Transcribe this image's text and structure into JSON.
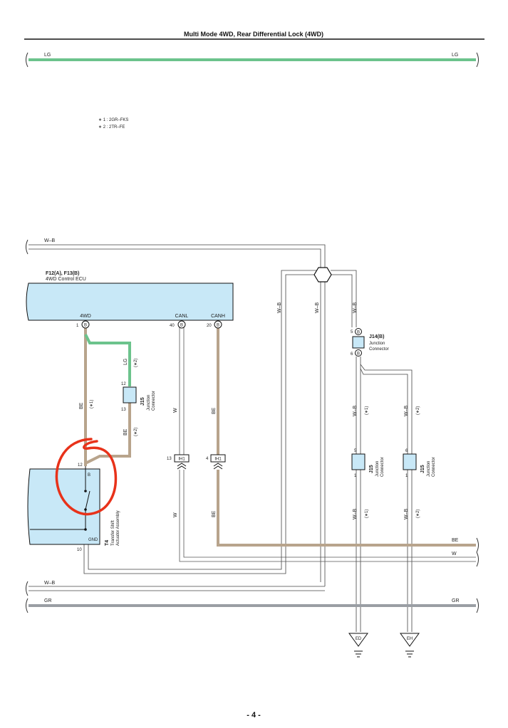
{
  "header": {
    "title": "Multi Mode 4WD, Rear Differential Lock (4WD)"
  },
  "notes": {
    "note1": "∗ 1 : 2GR–FKS",
    "note2": "∗ 2 : 2TR–FE"
  },
  "buses": {
    "lg_left": "LG",
    "lg_right": "LG",
    "wb_top": "W–B",
    "wb_bottom": "W–B",
    "gr_left": "GR",
    "gr_right": "GR",
    "be_right": "BE",
    "w_right": "W"
  },
  "ecu": {
    "id": "F12(A), F13(B)",
    "name": "4WD Control ECU",
    "pins": [
      {
        "label": "4WD",
        "num": "1",
        "badge": "B"
      },
      {
        "label": "CANL",
        "num": "40",
        "badge": "B"
      },
      {
        "label": "CANH",
        "num": "20",
        "badge": "B"
      }
    ]
  },
  "wires": {
    "be": "BE",
    "lg": "LG",
    "w": "W",
    "wb": "W–B",
    "tag1": "(∗1)",
    "tag2": "(∗2)"
  },
  "junctions": {
    "j15_left": {
      "id": "J15",
      "name": "Junction Connector",
      "pin_top": "12",
      "pin_bottom": "13"
    },
    "j14": {
      "id": "J14(B)",
      "name": "Junction Connector",
      "pin_top": "5",
      "pin_bottom": "6",
      "badge": "B"
    },
    "j15_mid": {
      "id": "J15",
      "name": "Junction Connector",
      "pin_top": "5",
      "pin_bottom": "1"
    },
    "j15_right": {
      "id": "J15",
      "name": "Junction Connector",
      "pin_top": "6",
      "pin_bottom": "1"
    }
  },
  "ih_connectors": [
    {
      "pin": "13",
      "id": "IH1"
    },
    {
      "pin": "4",
      "id": "IH1"
    }
  ],
  "actuator": {
    "id": "T4",
    "name": "Transfer Shift Actuator Assembly",
    "pin_top": "12",
    "pin_bottom": "10",
    "term_b": "B",
    "term_gnd": "GND"
  },
  "grounds": {
    "ed": "ED",
    "eh": "EH"
  },
  "footer": {
    "page": "- 4 -"
  },
  "colors": {
    "be": "#b8a48c",
    "lg": "#6cc38c",
    "gr": "#9a9ea4",
    "ecu_fill": "#c8e8f7",
    "connector_fill": "#c8e8f7",
    "annotation": "#e8321a"
  }
}
